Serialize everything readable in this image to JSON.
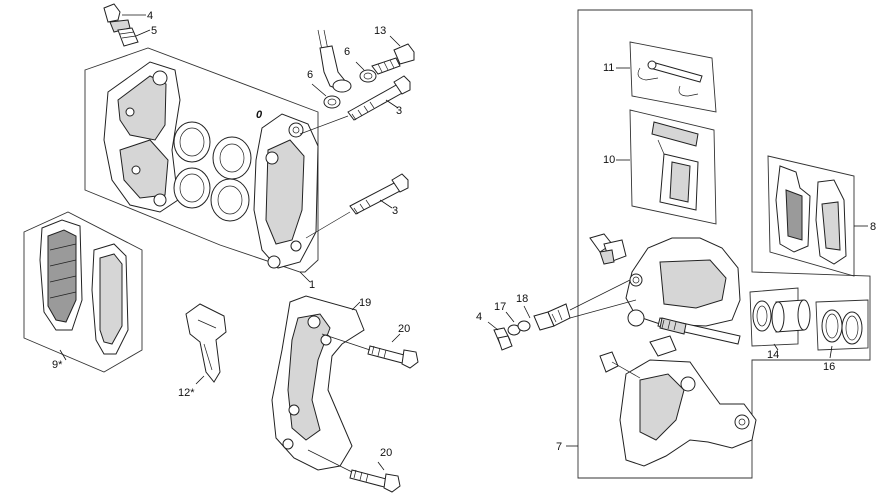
{
  "callouts": {
    "c4_top": "4",
    "c5": "5",
    "c13": "13",
    "c6_upper": "6",
    "c6_lower": "6",
    "c3_upper": "3",
    "c3_lower": "3",
    "c0": "0",
    "c1": "1",
    "c9": "9*",
    "c12": "12*",
    "c19": "19",
    "c20_upper": "20",
    "c20_lower": "20",
    "c11": "11",
    "c10": "10",
    "c8": "8",
    "c4_right": "4",
    "c17": "17",
    "c18": "18",
    "c14": "14",
    "c16": "16",
    "c7": "7"
  }
}
